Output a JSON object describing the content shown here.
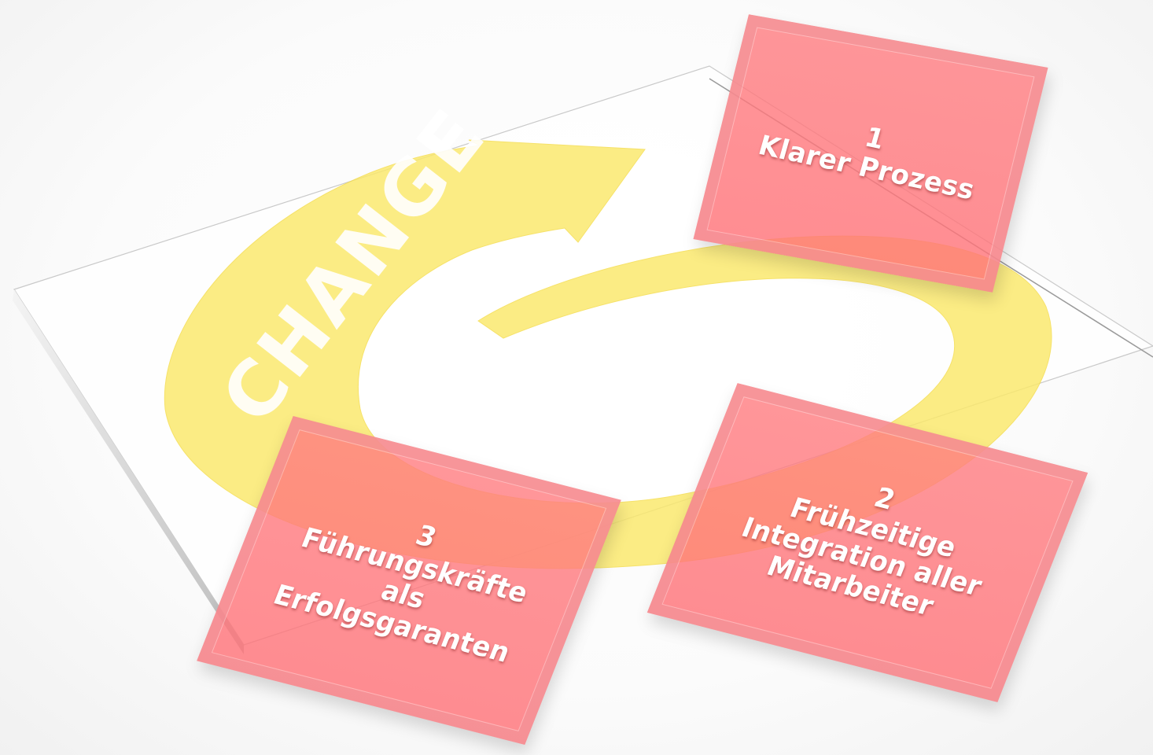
{
  "title_word": "CHANGE",
  "steps": [
    {
      "number": "1",
      "label": "Klarer Prozess"
    },
    {
      "number": "2",
      "label": "Frühzeitige\nIntegration aller\nMitarbeiter"
    },
    {
      "number": "3",
      "label": "Führungskräfte\nals\nErfolgsgaranten"
    }
  ],
  "colors": {
    "arrow": "#fbe96a",
    "tile": "#ff7e84",
    "text": "#ffffff"
  }
}
